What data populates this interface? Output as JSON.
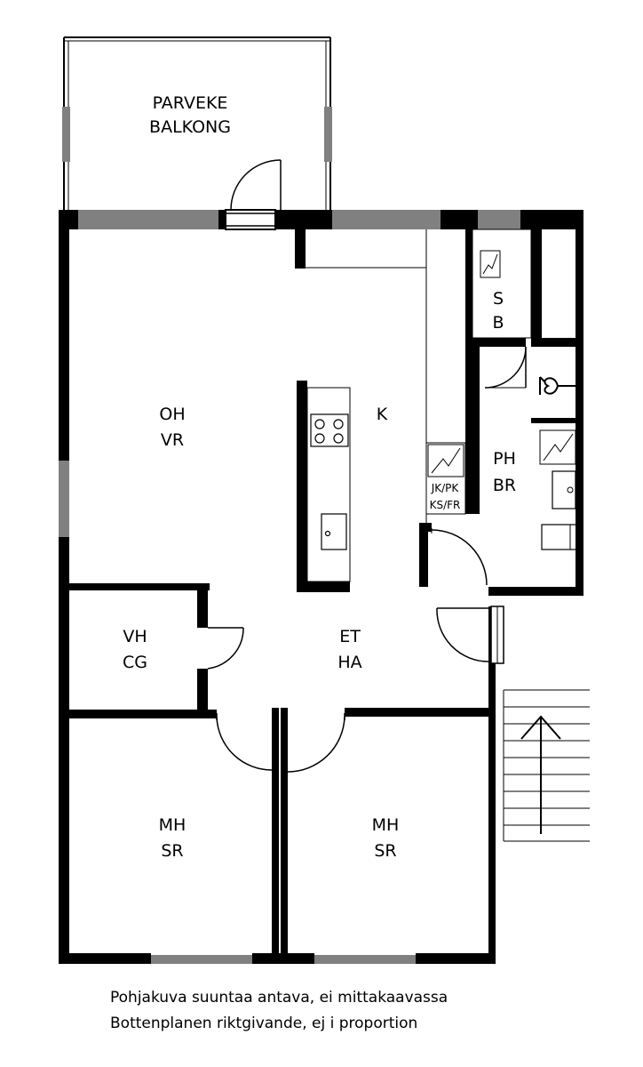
{
  "rooms": {
    "balcony": [
      "PARVEKE",
      "BALKONG"
    ],
    "living": [
      "OH",
      "VR"
    ],
    "kitchen": [
      "K"
    ],
    "closet": [
      "JK/PK",
      "KS/FR"
    ],
    "storage": [
      "S",
      "B"
    ],
    "bathroom": [
      "PH",
      "BR"
    ],
    "wc": [
      "VH",
      "CG"
    ],
    "hall": [
      "ET",
      "HA"
    ],
    "bedroom1": [
      "MH",
      "SR"
    ],
    "bedroom2": [
      "MH",
      "SR"
    ]
  },
  "notes": {
    "fi": "Pohjakuva suuntaa antava, ei mittakaavassa",
    "sv": "Bottenplanen riktgivande, ej i proportion"
  },
  "colors": {
    "wall": "#000000",
    "window": "#808080",
    "background": "#ffffff"
  },
  "icons": [
    "stove-icon",
    "sink-icon",
    "electric-panel-icon",
    "toilet-icon",
    "stairs-arrow-icon"
  ]
}
